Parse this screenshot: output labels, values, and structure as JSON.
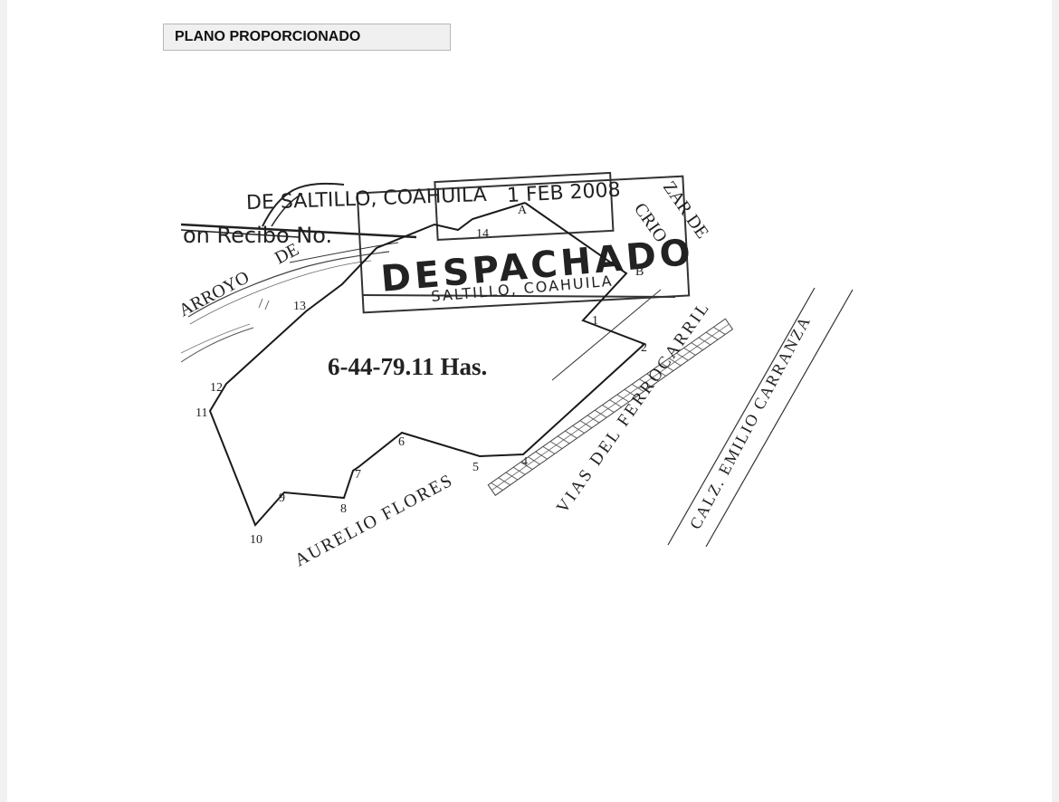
{
  "header": {
    "title": "PLANO PROPORCIONADO"
  },
  "plan": {
    "area_label": "6-44-79.11 Has.",
    "vertex_labels": [
      "1",
      "2",
      "4",
      "5",
      "6",
      "7",
      "8",
      "9",
      "10",
      "11",
      "12",
      "13",
      "14",
      "A",
      "B"
    ],
    "streets": {
      "aurelio_flores": "AURELIO FLORES",
      "vias_ferrocarril": "VIAS DEL FERROCARRIL",
      "calz_carranza": "CALZ. EMILIO CARRANZA",
      "arroyo": "ARROYO",
      "de": "DE",
      "crio": "CRIO",
      "zar_de": "ZAR DE"
    },
    "stamp": {
      "top_line": "DE SALTILLO, COAHUILA",
      "date_line": "1 FEB 2008",
      "despachado": "DESPACHADO",
      "city_line": "SALTILLO, COAHUILA",
      "recibo": "on Recibo No."
    }
  }
}
